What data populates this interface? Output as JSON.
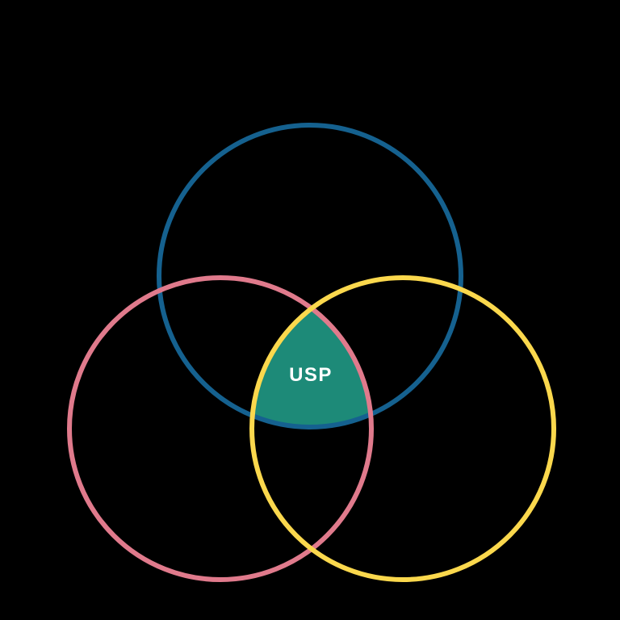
{
  "diagram": {
    "type": "venn-3-circle",
    "background_color": "#000000",
    "center_label": "USP",
    "center_label_color": "#ffffff",
    "intersection_fill": "#1d8a78",
    "circles": [
      {
        "name": "top-circle",
        "color": "#15618f"
      },
      {
        "name": "bottom-left-circle",
        "color": "#e07a8c"
      },
      {
        "name": "bottom-right-circle",
        "color": "#fbd84d"
      }
    ]
  }
}
